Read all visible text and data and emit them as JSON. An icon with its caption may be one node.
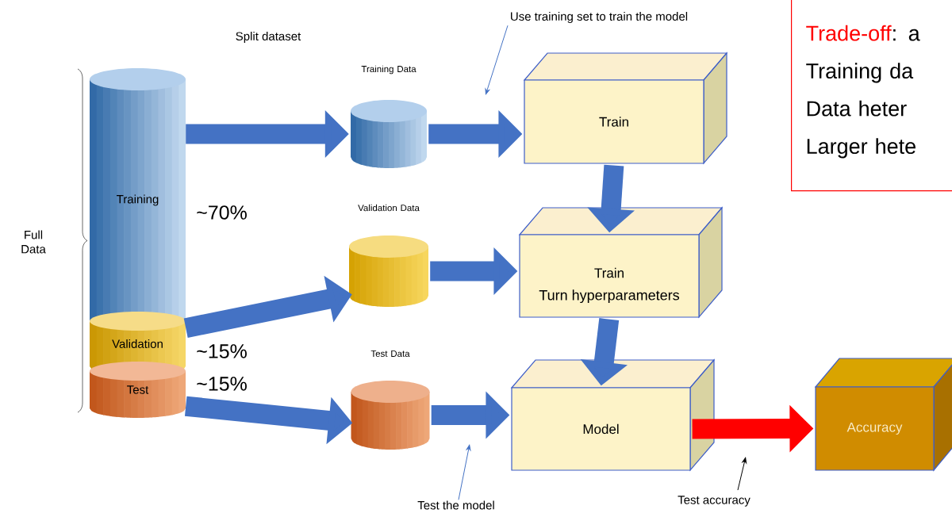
{
  "diagram": {
    "nodes": [
      {
        "text": [
          "Training"
        ],
        "beside": [
          "~70%"
        ]
      },
      {
        "text": [
          "Validation"
        ],
        "beside": [
          "~15%"
        ]
      },
      {
        "text": [
          "Test"
        ],
        "beside": [
          "~15%"
        ]
      },
      {
        "text": [
          "Training Data"
        ]
      },
      {
        "text": [
          "Validation Data"
        ]
      },
      {
        "text": [
          "Test Data"
        ]
      },
      {
        "text": [
          "Train"
        ]
      },
      {
        "text": [
          "Train",
          "Turn hyperparameters"
        ]
      },
      {
        "text": [
          "Model"
        ]
      },
      {
        "text": [
          "Accuracy"
        ]
      },
      {
        "text": [
          "Trade-off",
          ": a",
          "Training da",
          "Data heter",
          "Larger hete"
        ]
      },
      {
        "text": [
          "Use training set to train the model"
        ]
      },
      {
        "text": [
          "Test the model"
        ]
      },
      {
        "text": [
          "Test accuracy"
        ]
      }
    ],
    "edges": [
      {
        "from": 0,
        "to": 3,
        "arrow": "to"
      },
      {
        "from": 3,
        "to": 6,
        "arrow": "to"
      },
      {
        "from": 1,
        "to": 4,
        "arrow": "to"
      },
      {
        "from": 2,
        "to": 5,
        "arrow": "to"
      },
      {
        "from": 4,
        "to": 7,
        "arrow": "to"
      },
      {
        "from": 5,
        "to": 8,
        "arrow": "to"
      },
      {
        "from": 6,
        "to": 7,
        "arrow": "to"
      },
      {
        "from": 7,
        "to": 8,
        "arrow": "to"
      },
      {
        "from": 8,
        "to": 9,
        "arrow": "to",
        "color": "#ff0000"
      },
      {
        "from": 11,
        "to": null,
        "arrow": "to"
      },
      {
        "from": 12,
        "to": null,
        "arrow": "to"
      },
      {
        "from": 13,
        "to": null,
        "arrow": "to",
        "color": "#000000"
      }
    ],
    "labels": [
      "Split dataset",
      "Full Data"
    ]
  }
}
